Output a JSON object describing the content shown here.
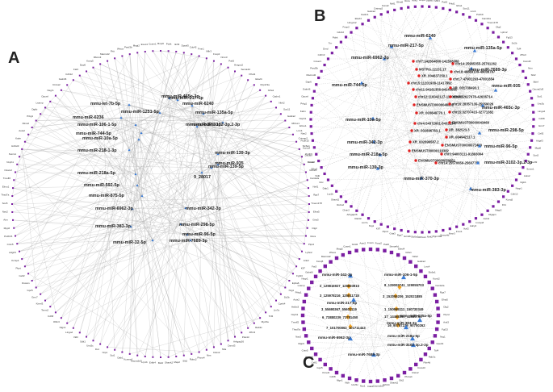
{
  "colors": {
    "mirna": "#3a7bd5",
    "lncrna": "#e02020",
    "circrna": "#f5a623",
    "mrna": "#7b1fa2",
    "edge": "#9a9a9a"
  },
  "panels": [
    {
      "letter": "A",
      "mirnas": [
        "mmu-miR-465c-3p",
        "mmu-miR-217-5p",
        "mmu-let-7b-5p",
        "mmu-miR-6240",
        "mmu-miR-1251-5p",
        "mmu-miR-135a-5p",
        "mmu-miR-6236",
        "mmu-miR-3102-3p.2-3p",
        "mmu-miR-106-1-5p",
        "mmu-miR-370-3p",
        "mmu-miR-744-5p",
        "mmu-miR-10a-5p",
        "mmu-miR-218-1-3p",
        "mmu-miR-139-3p",
        "mmu-miR-935",
        "mmu-miR-139-5p",
        "mmu-miR-218a-5p",
        "9_28017",
        "mmu-miR-592-5p",
        "mmu-miR-875-5p",
        "mmu-miR-6962-3p",
        "mmu-miR-342-3p",
        "mmu-miR-383-3p",
        "mmu-miR-298-5p",
        "mmu-miR-96-5p",
        "mmu-miR-32-5p",
        "mmu-miR-7689-3p"
      ]
    },
    {
      "letter": "B",
      "mirnas": [
        "mmu-miR-6240",
        "mmu-miR-217-5p",
        "mmu-miR-135a-5p",
        "mmu-miR-6962-3p",
        "mmu-miR-7689-3p",
        "mmu-miR-744-5p",
        "mmu-miR-935",
        "mmu-miR-465c-3p",
        "mmu-miR-10a-5p",
        "mmu-miR-298-5p",
        "mmu-miR-342-3p",
        "mmu-miR-96-5p",
        "mmu-miR-218a-5p",
        "mmu-miR-3102-3p.2-3p",
        "mmu-miR-139-3p",
        "mmu-miR-370-3p",
        "mmu-miR-383-3p"
      ],
      "lncrnas": [
        "chr7:142864800-142508086",
        "MSTRG.22231.1T",
        "XR_004637250.1",
        "chr14:25985355-25761262",
        "chr15:11201938-11417892",
        "chr18:48869109-49009787",
        "chr11:94161356-94143695",
        "chr17:47901293-47801854",
        "chr12:116042127-116062962",
        "XR_001738493.1",
        "ENSMUST00000048002",
        "chr4:52627678-42636714",
        "XR_003849770.1",
        "chr16:28357135-25059026",
        "chr4:54372001-54321347",
        "chr15:32707415-32771382",
        "XR_002896763.1",
        "ENSMUST00000043460",
        "XR_002896587.2",
        "XR_382523.3",
        "ENSMUST00000118382",
        "XR_004942117.1",
        "ENSMUST00000059851",
        "ENSMUST00000071460",
        "chr3:94003111-91893004",
        "chr14:25570659-25607751"
      ]
    },
    {
      "letter": "C",
      "mirnas": [
        "mmu-miR-342-3p",
        "mmu-miR-106-1-5p",
        "mmu-miR-135a-5p",
        "mmu-miR-383-3p",
        "mmu-miR-217-5p",
        "mmu-miR-6962-3p",
        "mmu-miR-218a-5p",
        "mmu-miR-3102-3p.2-3p",
        "mmu-miR-7689-3p"
      ],
      "circrnas": [
        "2_129816927_129893915",
        "8_129002741_129055703",
        "3_125978216_125811718",
        "3_152055206_152021885",
        "3_55690367_55601119",
        "1_150665111_150730349",
        "6_73880239_73781450",
        "17_14468399_14989751",
        "7_101700862_101711443",
        "16_90787239_90700262"
      ]
    }
  ],
  "mrna_genes": [
    "Bmp6",
    "Pdxk",
    "Ikzf2",
    "Dpysl5",
    "Cdc42",
    "Fmn1",
    "Mlh3",
    "Foxp2",
    "Nrxn3",
    "Pak3",
    "Hmgcs2",
    "Sema4d",
    "Prkd1",
    "Elavl4",
    "Ppp1r9a",
    "Gfra1",
    "Cadm1",
    "Ntrk2",
    "Sox11",
    "Gabra2",
    "Rbfox1",
    "Lrrc4",
    "Cntnap2",
    "Slc6a1",
    "Pcdh9",
    "Kcnd2",
    "Grin2b",
    "Camk2a",
    "Nell1",
    "Rgs7",
    "Tmem178",
    "Efna5",
    "Gria3",
    "Dlg2",
    "Rora",
    "Ptprd",
    "Lphn2",
    "Ank3",
    "Klf7",
    "Fgf13",
    "Epha6",
    "Nrg1",
    "Sv2b",
    "Cpeb4",
    "Lin7a",
    "Tcf4",
    "Myo5a",
    "Rab3c",
    "Zfhx3",
    "Pde4d",
    "Arhgap26",
    "Csmd3",
    "Nfia",
    "Clstn2",
    "Ntm",
    "Plxna4",
    "Robo2",
    "Slit2",
    "Map2",
    "Shank2",
    "Bdnf",
    "Erbb4",
    "Lrp1b",
    "Cacna2d3",
    "Kcnma1",
    "Dab1",
    "Syt1",
    "Nrp1",
    "Dcc",
    "Unc5c",
    "Sdk1",
    "Vldlr",
    "Lingo2",
    "Nlgn1",
    "Olfm3",
    "Cdh8",
    "Tenm2",
    "Kirrel3",
    "Grm7",
    "Gpc5",
    "Dscam",
    "Celf2",
    "Ptprt",
    "Kcnip4",
    "Adgrl3",
    "Cntn5",
    "Pcdh15",
    "Mpp6",
    "Atrn",
    "Nav2",
    "Sox5",
    "Thsd7a",
    "Elmo1",
    "Tmeff2",
    "Ncam2",
    "Nxph1",
    "Sorcs1",
    "Hs6st3",
    "Kalrn",
    "Auts2",
    "Rims2",
    "Prkg1",
    "Dgkb",
    "Lsamp",
    "Opcml",
    "Negr1",
    "Ctnna2",
    "Galntl6",
    "Cdh12",
    "Fat3",
    "Dpp6",
    "Kcnq5",
    "Rbms3",
    "Macrod2",
    "Fhit",
    "Wwox",
    "Pard3b",
    "Magi2",
    "Exoc4",
    "Ccser1",
    "Dlgap1",
    "Grid2",
    "Cdh13",
    "Astn2",
    "Sgcz",
    "Dmd",
    "Immp2l",
    "Pde10a",
    "Tnr",
    "Adcy2"
  ]
}
